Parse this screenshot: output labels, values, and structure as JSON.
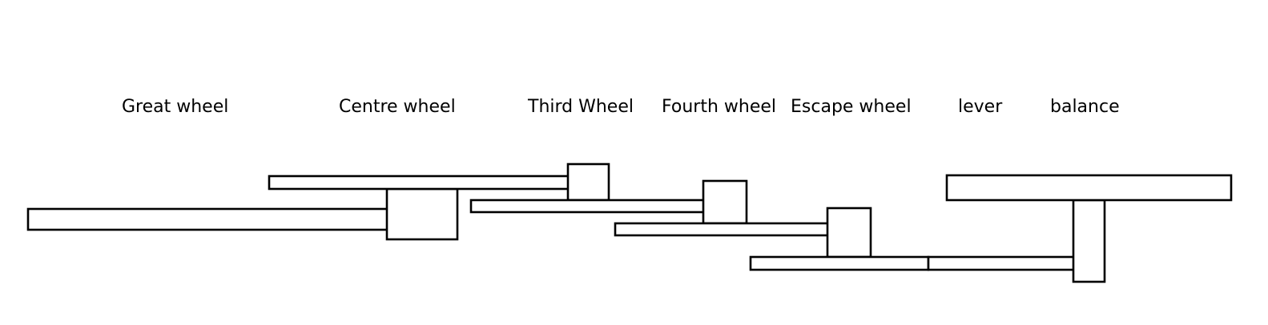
{
  "labels": {
    "great_wheel": "Great wheel",
    "centre_wheel": "Centre wheel",
    "third_wheel": "Third Wheel",
    "fourth_wheel": "Fourth wheel",
    "escape_wheel": "Escape wheel",
    "lever": "lever",
    "balance": "balance"
  },
  "colors": {
    "stroke": "#000000",
    "fill": "#ffffff",
    "background": "#ffffff"
  }
}
